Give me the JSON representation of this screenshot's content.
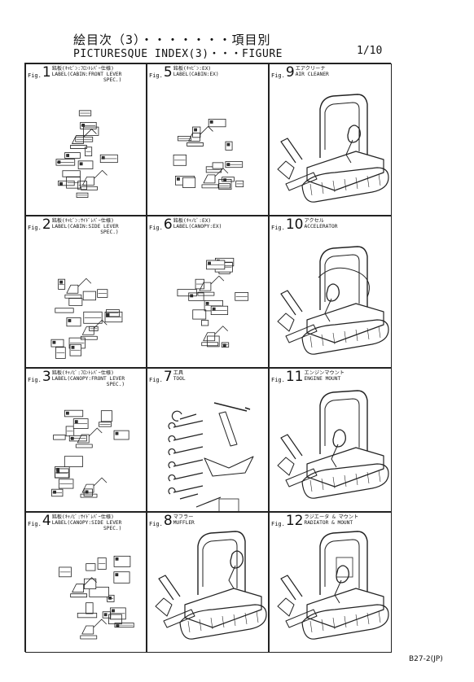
{
  "header": {
    "title_jp": "絵目次（3）・・・・・・・項目別",
    "title_en": "PICTURESQUE INDEX(3)・・・FIGURE",
    "page": "1/10"
  },
  "figures": [
    {
      "num": "1",
      "jp": "銘板(ｷｬﾋﾞﾝ:ﾌﾛﾝﾄﾚﾊﾞｰ仕様)",
      "en": "LABEL(CABIN:FRONT LEVER",
      "en2": "SPEC.)",
      "icon": "label-sheet-icon"
    },
    {
      "num": "2",
      "jp": "銘板(ｷｬﾋﾞﾝ:ｻｲﾄﾞﾚﾊﾞｰ仕様)",
      "en": "LABEL(CABIN:SIDE LEVER",
      "en2": "SPEC.)",
      "icon": "label-sheet-icon"
    },
    {
      "num": "3",
      "jp": "銘板(ｷｬﾉﾋﾟ:ﾌﾛﾝﾄﾚﾊﾞｰ仕様)",
      "en": "LABEL(CANOPY:FRONT LEVER",
      "en2": "SPEC.)",
      "icon": "label-sheet-icon"
    },
    {
      "num": "4",
      "jp": "銘板(ｷｬﾉﾋﾟ:ｻｲﾄﾞﾚﾊﾞｰ仕様)",
      "en": "LABEL(CANOPY:SIDE LEVER",
      "en2": "SPEC.)",
      "icon": "label-sheet-icon"
    },
    {
      "num": "5",
      "jp": "銘板(ｷｬﾋﾞﾝ:EX)",
      "en": "LABEL(CABIN:EX)",
      "en2": "",
      "icon": "label-sheet-icon"
    },
    {
      "num": "6",
      "jp": "銘板(ｷｬﾉﾋﾟ:EX)",
      "en": "LABEL(CANOPY:EX)",
      "en2": "",
      "icon": "label-sheet-icon"
    },
    {
      "num": "7",
      "jp": "工具",
      "en": "TOOL",
      "en2": "",
      "icon": "tool-set-icon"
    },
    {
      "num": "8",
      "jp": "マフラー",
      "en": "MUFFLER",
      "en2": "",
      "icon": "excavator-icon"
    },
    {
      "num": "9",
      "jp": "エアクリーナ",
      "en": "AIR CLEANER",
      "en2": "",
      "icon": "excavator-icon"
    },
    {
      "num": "10",
      "jp": "アクセル",
      "en": "ACCELERATOR",
      "en2": "",
      "icon": "excavator-icon"
    },
    {
      "num": "11",
      "jp": "エンジンマウント",
      "en": "ENGINE MOUNT",
      "en2": "",
      "icon": "excavator-icon"
    },
    {
      "num": "12",
      "jp": "ラジエータ & マウント",
      "en": "RADIATOR & MOUNT",
      "en2": "",
      "icon": "excavator-icon"
    }
  ],
  "fig_word": "Fig.",
  "footer": "B27-2(JP)"
}
